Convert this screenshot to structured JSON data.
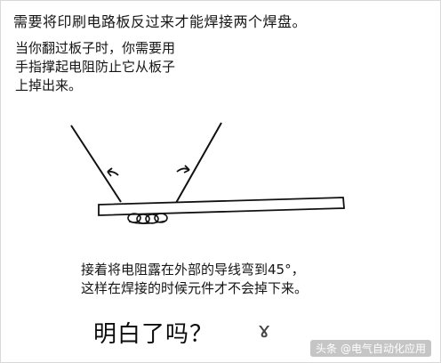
{
  "title": "需要将印刷电路板反过来才能焊接两个焊盘。",
  "paragraph1": {
    "line1": "当你翻过板子时，你需要用",
    "line2": "手指撑起电阻防止它从板子",
    "line3": "上掉出来。"
  },
  "paragraph2": {
    "line1": "接着将电阻露在外部的导线弯到45°，",
    "line2": "这样在焊接的时候元件才不会掉下来。"
  },
  "question": "明白了吗？",
  "watermark": {
    "brand": "头条",
    "handle": "@电气自动化应用"
  }
}
